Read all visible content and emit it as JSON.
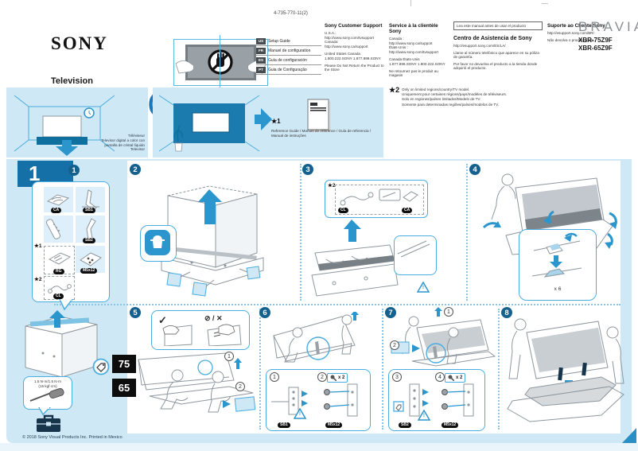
{
  "header": {
    "brand": "SONY",
    "part_number": "4-735-770-11(2)",
    "product_type": "Television",
    "title": "Setup Guide",
    "languages": [
      {
        "code": "US",
        "label": "Setup Guide"
      },
      {
        "code": "FR",
        "label": "Manuel de configuration"
      },
      {
        "code": "ES",
        "label": "Guía de configuración"
      },
      {
        "code": "PT",
        "label": "Guia de Configuração"
      }
    ],
    "support_en": {
      "title": "Sony Customer Support",
      "lines": [
        "U.S.A.:",
        "http://www.sony.com/tvsupport",
        "Canada:",
        "http://www.sony.ca/support"
      ],
      "phones_header": "United States    Canada",
      "phones": "1.800.222.SONY    1.877.899.SONY",
      "note": "Please Do Not Return the Product to the Store"
    },
    "support_fr": {
      "title": "Service à la clientèle Sony",
      "lines": [
        "Canada :",
        "http://www.sony.ca/support",
        "États-Unis :",
        "http://www.sony.com/tvsupport"
      ],
      "phones_header": "Canada    États-Unis",
      "phones": "1.877.899.SONY    1.800.222.SONY",
      "note": "Ne retournez pas le produit au magasin"
    },
    "support_es": {
      "notice": "Lea este manual antes de usar el producto",
      "title": "Centro de Asistencia de Sony",
      "url": "http://esupport.sony.com/ES/LA/",
      "p1": "Llame al número telefónico que aparece en su póliza de garantía.",
      "p2": "Por favor no devuelva el producto a la tienda donde adquirió el producto."
    },
    "support_pt": {
      "title": "Suporte ao Cliente Sony",
      "url": "http://esupport.sony.com/BR/",
      "note": "Não devolva o produto à loja"
    },
    "sub_brand": "BRAVIA",
    "models": [
      "XBR-75Z9F",
      "XBR-65Z9F"
    ]
  },
  "intro": {
    "tv_caption": [
      "Téléviseur",
      "Televisor digital a color con",
      "pantalla de cristal líquido",
      "Televisor"
    ],
    "star1_mark": "★1",
    "star1_line1": "Reference Guide / Manuel de référence / Guía de referencia /",
    "star1_line2": "Manual de instruções",
    "star2_mark": "★2",
    "star2_lines": [
      "Only on limited regions/country/TV model.",
      "Uniquement pour certaines régions/pays/modèles de téléviseurs.",
      "Solo en regiones/países limitados/Modelo de TV.",
      "Somente para determinadas regiões/países/modelos de TV."
    ]
  },
  "steps": {
    "big_number": "1",
    "circles": [
      "1",
      "2",
      "3",
      "4",
      "5",
      "6",
      "7",
      "8"
    ],
    "parts": {
      "cables": "CA",
      "stand_neck": "SB1",
      "bracket": "SB2",
      "manuals": "RG",
      "screws": "M5x12",
      "cable": "CL"
    },
    "marks": {
      "star1": "★1",
      "star2": "★2"
    },
    "size75": "75",
    "size65": "65",
    "torque1": "1.5 N·m/1.5 N·m",
    "torque2": "(15 kgf·cm)",
    "count6": "x 6",
    "count2": "x 2",
    "substeps": [
      "1",
      "2",
      "3",
      "4"
    ],
    "ok_mark": "✓",
    "ng_marks": "⊘ / ✕",
    "warning_mark": "!"
  },
  "footer": {
    "copyright": "© 2018 Sony Visual Products Inc.   Printed in Mexico"
  }
}
